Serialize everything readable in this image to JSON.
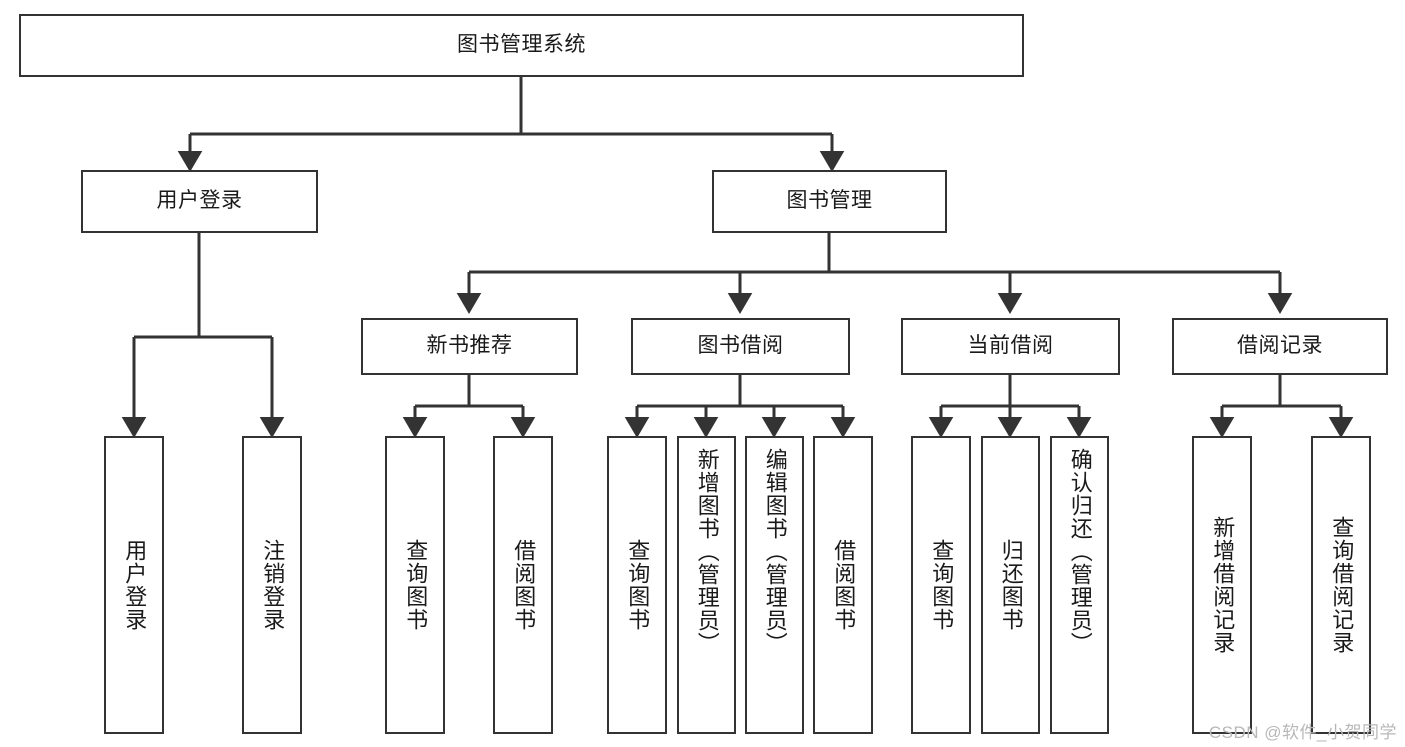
{
  "diagram": {
    "type": "tree-hierarchy",
    "title": "图书管理系统",
    "watermark": "CSDN @软件_小贺同学",
    "colors": {
      "box_border": "#333333",
      "box_fill": "#ffffff",
      "connector": "#333333",
      "text": "#1a1a1a",
      "watermark": "#b8b8b8"
    },
    "nodes": {
      "root": {
        "label": "图书管理系统"
      },
      "level2": [
        {
          "label": "用户登录"
        },
        {
          "label": "图书管理"
        }
      ],
      "level3": [
        {
          "label": "新书推荐"
        },
        {
          "label": "图书借阅"
        },
        {
          "label": "当前借阅"
        },
        {
          "label": "借阅记录"
        }
      ],
      "leaves": {
        "user_login": [
          {
            "label": "用户登录"
          },
          {
            "label": "注销登录"
          }
        ],
        "new_book_recommend": [
          {
            "label": "查询图书"
          },
          {
            "label": "借阅图书"
          }
        ],
        "book_borrow": [
          {
            "label": "查询图书"
          },
          {
            "label": "新增图书（管理员）"
          },
          {
            "label": "编辑图书（管理员）"
          },
          {
            "label": "借阅图书"
          }
        ],
        "current_borrow": [
          {
            "label": "查询图书"
          },
          {
            "label": "归还图书"
          },
          {
            "label": "确认归还（管理员）"
          }
        ],
        "borrow_record": [
          {
            "label": "新增借阅记录"
          },
          {
            "label": "查询借阅记录"
          }
        ]
      }
    }
  }
}
